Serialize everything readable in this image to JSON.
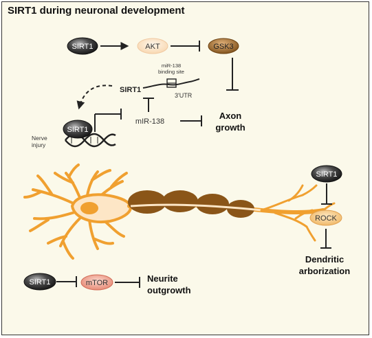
{
  "title": "SIRT1 during neuronal development",
  "nodes": {
    "sirt1_top": "SIRT1",
    "akt": "AKT",
    "gsk3": "GSK3",
    "sirt1_mrna": "SIRT1",
    "binding_site_line1": "miR-138",
    "binding_site_line2": "binding site",
    "utr": "3'UTR",
    "sirt1_dna": "SIRT1",
    "mir138": "mIR-138",
    "nerve_injury_line1": "Nerve",
    "nerve_injury_line2": "injury",
    "axon_growth_line1": "Axon",
    "axon_growth_line2": "growth",
    "sirt1_right": "SIRT1",
    "rock": "ROCK",
    "dendritic_line1": "Dendritic",
    "dendritic_line2": "arborization",
    "sirt1_bottom": "SIRT1",
    "mtor": "mTOR",
    "neurite_line1": "Neurite",
    "neurite_line2": "outgrowth"
  },
  "colors": {
    "background": "#fbf9ea",
    "sirt1_fill": "#3a3a3a",
    "akt_fill": "#fbe3c7",
    "gsk3_fill": "#a8742f",
    "rock_fill": "#f6cf8e",
    "mtor_fill": "#f0a896",
    "neuron_orange": "#f0a030",
    "myelin_brown": "#8a5518"
  }
}
